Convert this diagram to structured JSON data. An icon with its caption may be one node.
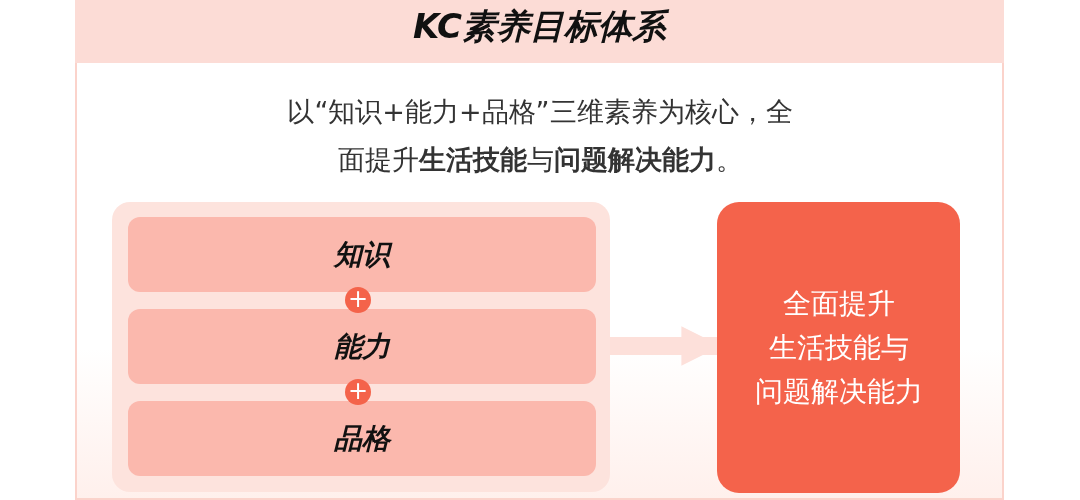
{
  "diagram": {
    "title": "KC素养目标体系",
    "nodes": [
      {
        "text": [],
        "shape": "box"
      },
      {
        "text": [
          "知识"
        ],
        "in": 0
      },
      {
        "text": [
          "能力"
        ],
        "in": 0
      },
      {
        "text": [
          "品格"
        ],
        "in": 0
      },
      {
        "text": [
          "全面提升",
          "生活技能与",
          "问题解决能力"
        ]
      }
    ],
    "edges": [
      {
        "from": 0,
        "to": 4,
        "arrow": "to"
      }
    ],
    "labels": [
      "以“知识+能力+品格”三维素养为核心，全面提升**生活技能**与**问题解决能力**。",
      "+",
      "+"
    ]
  }
}
